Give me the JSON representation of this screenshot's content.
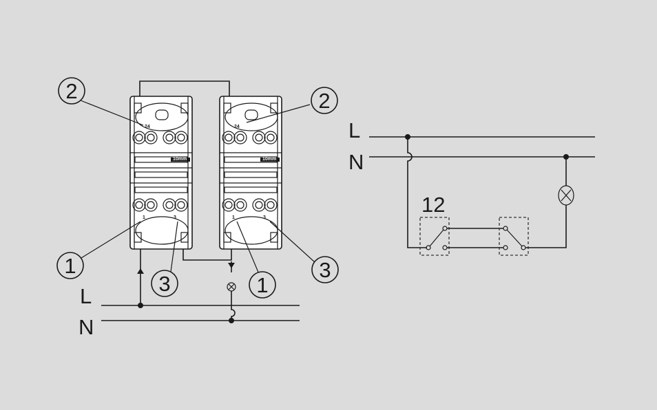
{
  "wiring_diagram": {
    "line_label": "L",
    "neutral_label": "N",
    "callout_1": "1",
    "callout_2": "2",
    "callout_3": "3",
    "terminal_1": "1",
    "terminal_3": "3",
    "terminal_24": "24",
    "strip_length": "10mm"
  },
  "schematic": {
    "line_label": "L",
    "neutral_label": "N",
    "switch_label": "12"
  }
}
